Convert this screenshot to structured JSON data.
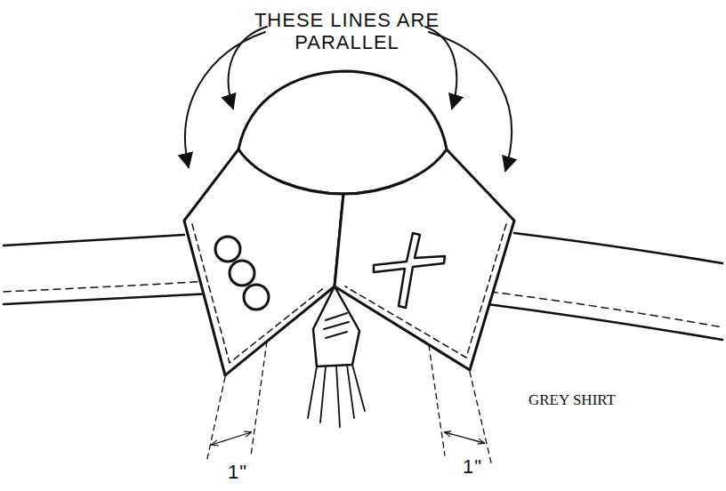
{
  "diagram": {
    "labels": [
      "THESE LINES ARE PARALLEL",
      "1\"",
      "1\"",
      "GREY SHIRT"
    ]
  }
}
